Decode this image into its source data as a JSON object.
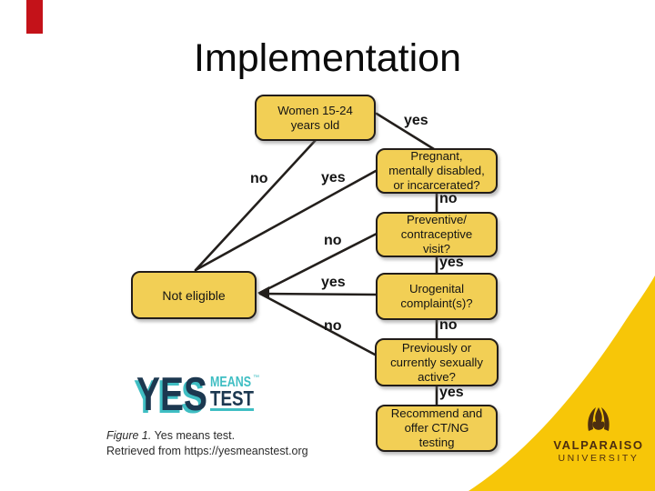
{
  "slide": {
    "title": "Implementation"
  },
  "flowchart": {
    "nodes": [
      {
        "id": "women",
        "label": "Women 15-24\nyears old"
      },
      {
        "id": "pregnant",
        "label": "Pregnant,\nmentally disabled,\nor incarcerated?"
      },
      {
        "id": "preventive",
        "label": "Preventive/\ncontraceptive\nvisit?"
      },
      {
        "id": "urogenital",
        "label": "Urogenital\ncomplaint(s)?"
      },
      {
        "id": "sexually_active",
        "label": "Previously or\ncurrently sexually\nactive?"
      },
      {
        "id": "recommend",
        "label": "Recommend and\noffer CT/NG\ntesting"
      },
      {
        "id": "not_eligible",
        "label": "Not eligible"
      }
    ],
    "edges": [
      {
        "from": "women",
        "to": "pregnant",
        "label": "yes"
      },
      {
        "from": "women",
        "to": "not_eligible",
        "label": "no"
      },
      {
        "from": "pregnant",
        "to": "not_eligible",
        "label": "yes"
      },
      {
        "from": "pregnant",
        "to": "preventive",
        "label": "no"
      },
      {
        "from": "preventive",
        "to": "not_eligible",
        "label": "no"
      },
      {
        "from": "preventive",
        "to": "urogenital",
        "label": "yes"
      },
      {
        "from": "urogenital",
        "to": "not_eligible",
        "label": "yes"
      },
      {
        "from": "urogenital",
        "to": "sexually_active",
        "label": "no"
      },
      {
        "from": "sexually_active",
        "to": "not_eligible",
        "label": "no"
      },
      {
        "from": "sexually_active",
        "to": "recommend",
        "label": "yes"
      }
    ]
  },
  "logo": {
    "word1": "YES",
    "word2": "MEANS",
    "word3": "TEST",
    "trademark": "™"
  },
  "caption": {
    "figure_label": "Figure 1.",
    "figure_text": " Yes means test.",
    "line2": "Retrieved from https://yesmeanstest.org"
  },
  "university": {
    "name": "VALPARAISO",
    "subname": "UNIVERSITY"
  },
  "colors": {
    "box_gold": "#F2CF55",
    "line_dark": "#231F1C",
    "logo_navy": "#1C3850",
    "logo_teal": "#3FBEC3",
    "valpo_gold": "#F7C608",
    "valpo_brown": "#4D2E10",
    "red_marker": "#C41219"
  }
}
